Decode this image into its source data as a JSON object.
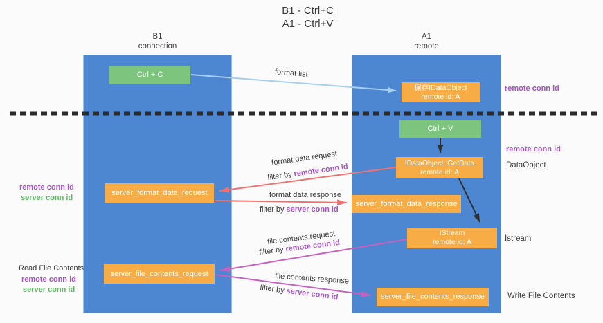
{
  "title": {
    "line1": "B1 - Ctrl+C",
    "line2": "A1 - Ctrl+V"
  },
  "columns": {
    "left": {
      "name": "B1",
      "role": "connection"
    },
    "right": {
      "name": "A1",
      "role": "remote"
    }
  },
  "nodes": {
    "ctrl_c": {
      "label": "Ctrl + C"
    },
    "ctrl_v": {
      "label": "Ctrl + V"
    },
    "save_idataobject": {
      "line1": "保存IDataObject",
      "line2": "remote id: A"
    },
    "getdata": {
      "line1": "IDataObject::GetData",
      "line2": "remote id: A"
    },
    "istream": {
      "line1": "IStream",
      "line2": "remote id: A"
    },
    "server_format_data_request": {
      "label": "server_format_data_request"
    },
    "server_format_data_response": {
      "label": "server_format_data_response"
    },
    "server_file_contents_request": {
      "label": "server_file_contents_request"
    },
    "server_file_contents_response": {
      "label": "server_file_contents_response"
    }
  },
  "arrow_labels": {
    "format_list": "format list",
    "format_data_request": "format data request",
    "format_data_response": "format data response",
    "file_contents_request": "file contents request",
    "file_contents_response": "file contents response",
    "filter_by": "filter by",
    "remote_conn_id": "remote conn id",
    "server_conn_id": "server conn id"
  },
  "side_labels": {
    "remote_conn_id": "remote conn id",
    "server_conn_id": "server conn id",
    "dataobject": "DataObject",
    "istream": "Istream",
    "read_file_contents": "Read File Contents",
    "write_file_contents": "Write File Contents"
  },
  "colors": {
    "column_blue": "#4d86d1",
    "node_orange": "#f8ac45",
    "node_green": "#7dc57e",
    "arrow_salmon": "#ee7370",
    "arrow_magenta": "#c661c0",
    "arrow_light_blue": "#a6cfee",
    "arrow_black": "#2e2e2e",
    "text_purple": "#a855cc",
    "text_green": "#5fba63"
  }
}
